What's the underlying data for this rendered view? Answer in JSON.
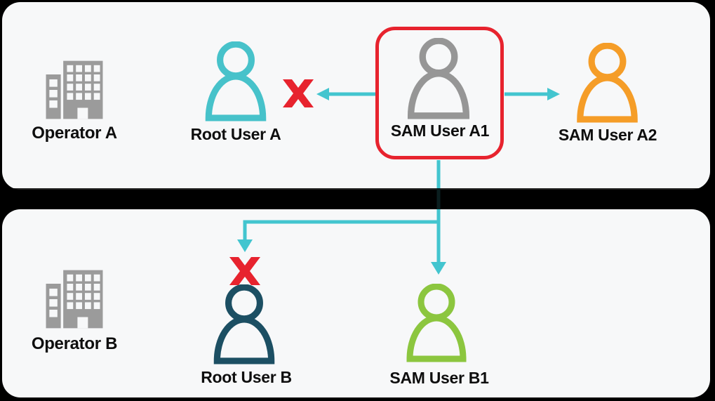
{
  "title": "SAM user access diagram",
  "colors": {
    "background": "#000000",
    "panel": "#F7F8F9",
    "text": "#0E0E0E",
    "teal_arrow": "#43C5CF",
    "root_user_a": "#47C2CA",
    "sam_user_a1": "#969696",
    "sam_user_a2": "#F59D28",
    "root_user_b": "#1C4F63",
    "sam_user_b1": "#8CC63F",
    "building": "#9B9B9B",
    "blocked_red": "#E7232E"
  },
  "entities": {
    "operator_a": {
      "label": "Operator A",
      "icon": "building-icon"
    },
    "root_user_a": {
      "label": "Root User A",
      "icon": "person-icon"
    },
    "sam_user_a1": {
      "label": "SAM User A1",
      "icon": "person-icon",
      "highlighted": true
    },
    "sam_user_a2": {
      "label": "SAM User A2",
      "icon": "person-icon"
    },
    "operator_b": {
      "label": "Operator B",
      "icon": "building-icon"
    },
    "root_user_b": {
      "label": "Root User B",
      "icon": "person-icon"
    },
    "sam_user_b1": {
      "label": "SAM User B1",
      "icon": "person-icon"
    }
  },
  "connections": [
    {
      "from": "sam_user_a1",
      "to": "root_user_a",
      "status": "blocked"
    },
    {
      "from": "sam_user_a1",
      "to": "sam_user_a2",
      "status": "allowed"
    },
    {
      "from": "sam_user_a1",
      "to": "root_user_b",
      "status": "blocked"
    },
    {
      "from": "sam_user_a1",
      "to": "sam_user_b1",
      "status": "allowed"
    }
  ]
}
